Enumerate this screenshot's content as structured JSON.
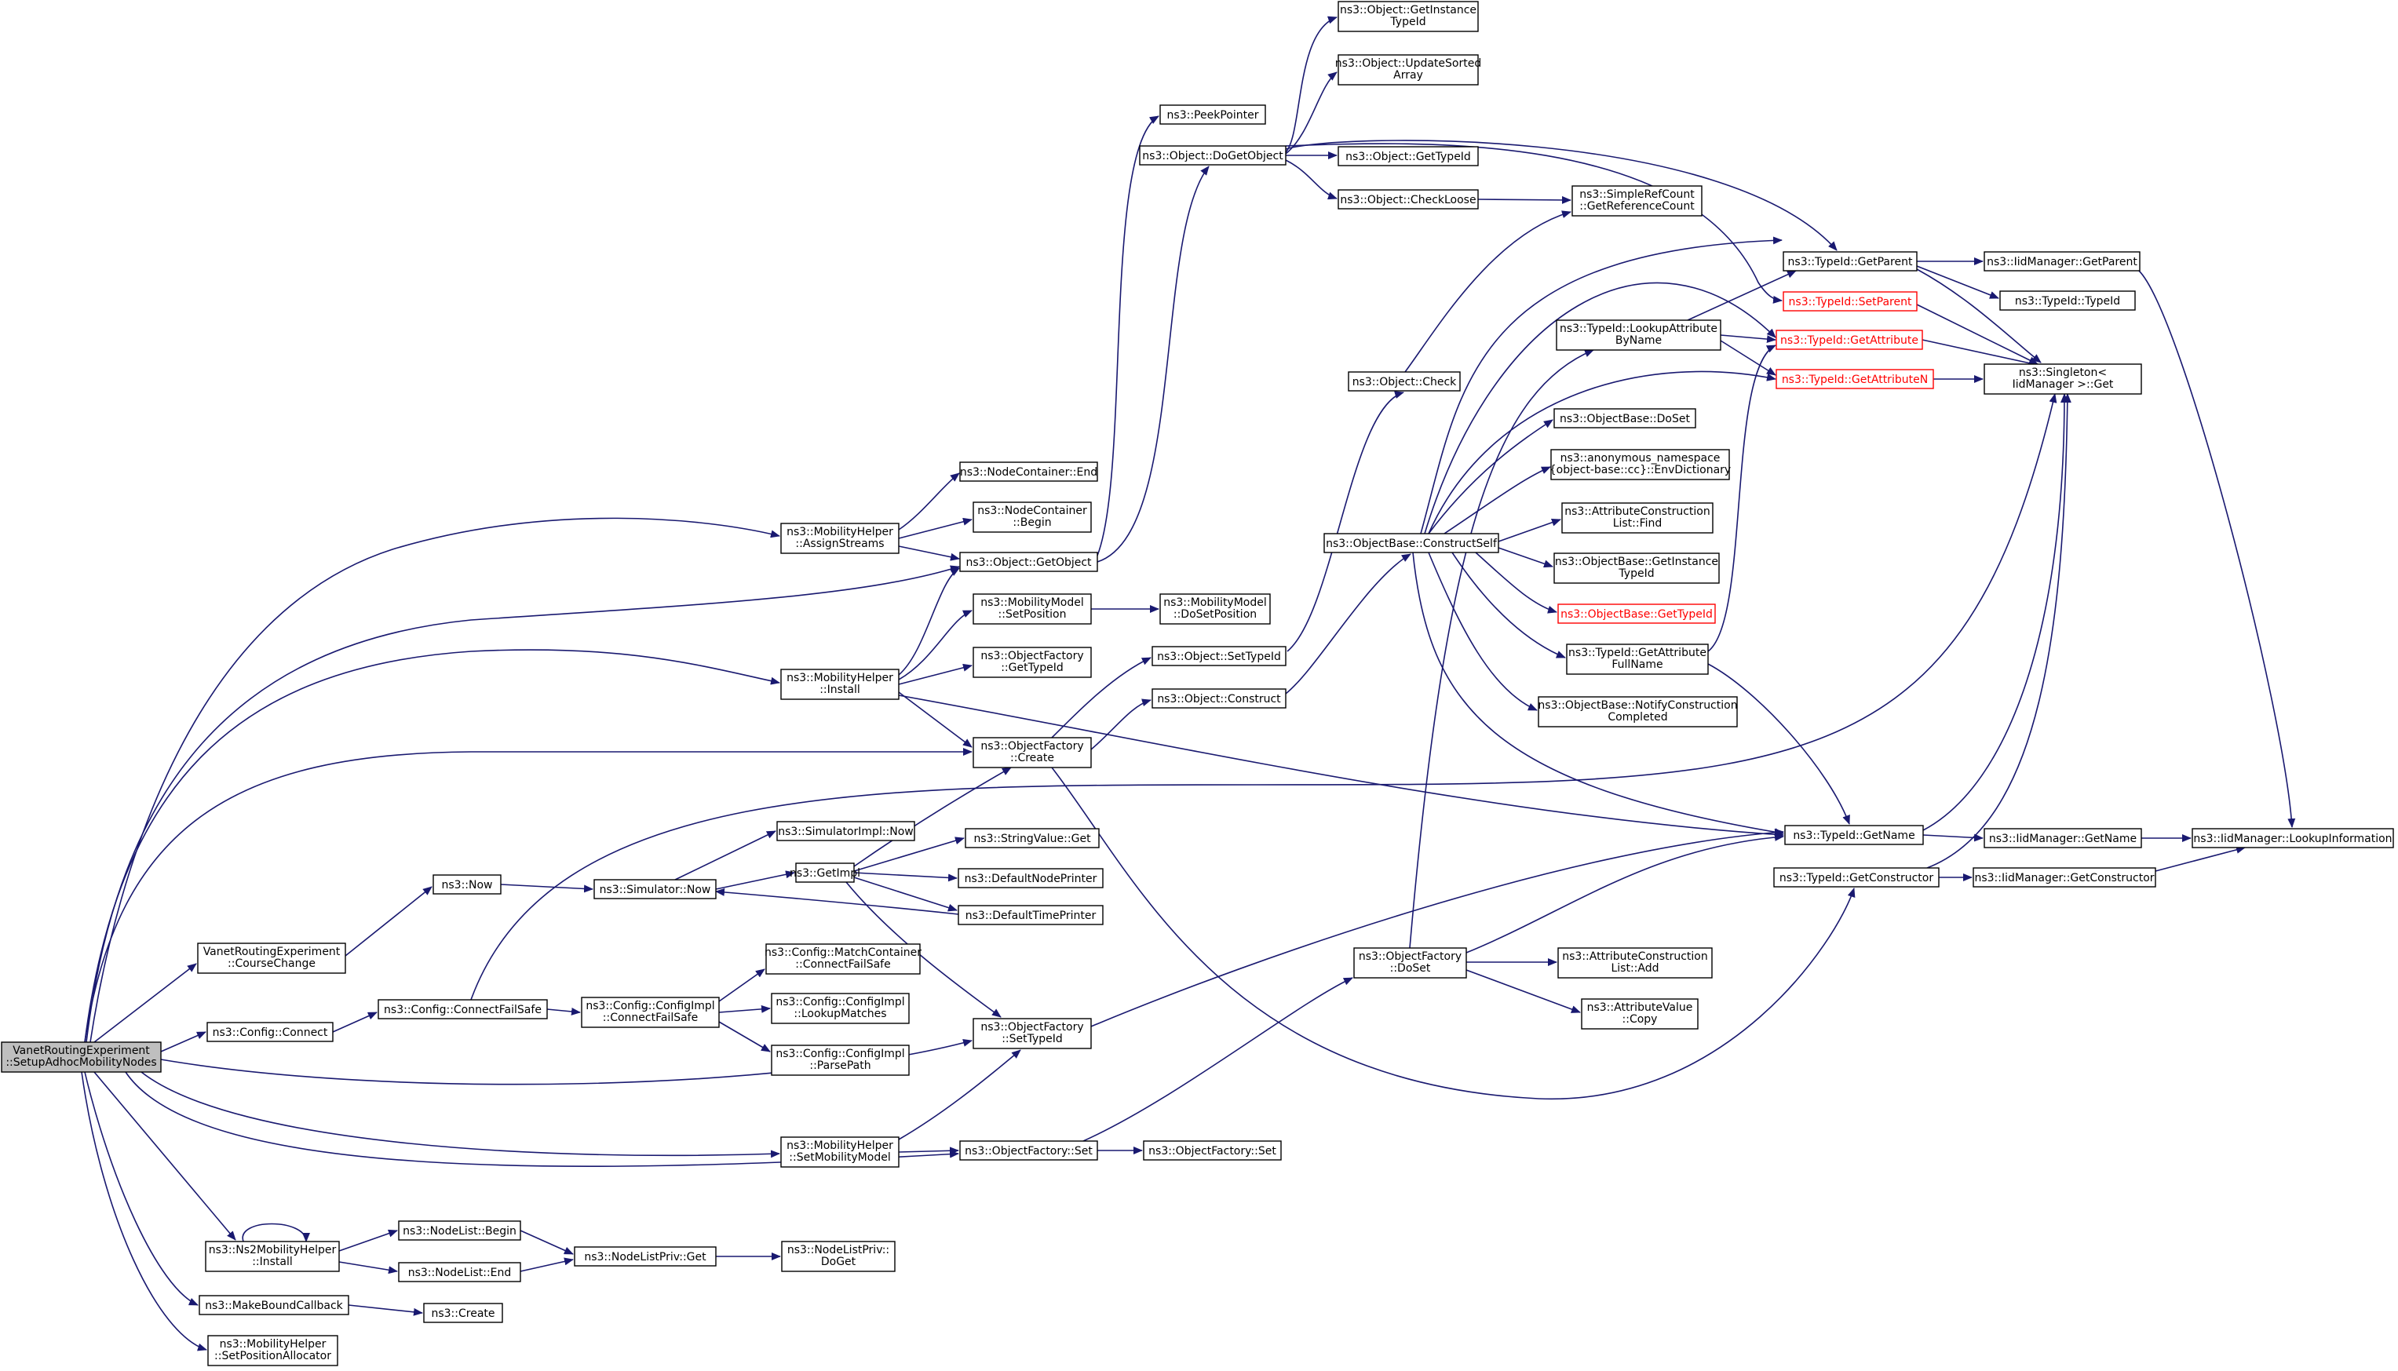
{
  "colors": {
    "edge": "#191970",
    "truncated": "#ff0000",
    "root_fill": "#bfbfbf"
  },
  "nodes": {
    "root": "VanetRoutingExperiment ::SetupAdhocMobilityNodes",
    "mh_assign": "ns3::MobilityHelper ::AssignStreams",
    "obj_getobject": "ns3::Object::GetObject",
    "mh_install": "ns3::MobilityHelper ::Install",
    "of_create": "ns3::ObjectFactory ::Create",
    "vre_coursechange": "VanetRoutingExperiment ::CourseChange",
    "config_connect": "ns3::Config::Connect",
    "of_settypeid": "ns3::ObjectFactory ::SetTypeId",
    "mh_setmm": "ns3::MobilityHelper ::SetMobilityModel",
    "of_set": "ns3::ObjectFactory::Set",
    "ns2_install": "ns3::Ns2MobilityHelper ::Install",
    "makebound": "ns3::MakeBoundCallback",
    "mh_setpos": "ns3::MobilityHelper ::SetPositionAllocator",
    "nc_end": "ns3::NodeContainer::End",
    "nc_begin": "ns3::NodeContainer ::Begin",
    "peekpointer": "ns3::PeekPointer",
    "obj_dogetobject": "ns3::Object::DoGetObject",
    "mm_setpos": "ns3::MobilityModel ::SetPosition",
    "mm_dosetpos": "ns3::MobilityModel ::DoSetPosition",
    "of_gettypeid": "ns3::ObjectFactory ::GetTypeId",
    "obj_settypeid": "ns3::Object::SetTypeId",
    "obj_construct": "ns3::Object::Construct",
    "typeid_getname": "ns3::TypeId::GetName",
    "ns3_now": "ns3::Now",
    "sim_now": "ns3::Simulator::Now",
    "simimpl_now": "ns3::SimulatorImpl::Now",
    "getimpl": "ns3::GetImpl",
    "stringvalue_get": "ns3::StringValue::Get",
    "defnodeprinter": "ns3::DefaultNodePrinter",
    "deftimeprinter": "ns3::DefaultTimePrinter",
    "cfg_connectfailsafe": "ns3::Config::ConnectFailSafe",
    "cfgimpl_connectfailsafe": "ns3::Config::ConfigImpl ::ConnectFailSafe",
    "cfg_matchcontainer": "ns3::Config::MatchContainer ::ConnectFailSafe",
    "cfgimpl_lookup": "ns3::Config::ConfigImpl ::LookupMatches",
    "cfgimpl_parse": "ns3::Config::ConfigImpl ::ParsePath",
    "of_set2": "ns3::ObjectFactory::Set",
    "of_doset": "ns3::ObjectFactory ::DoSet",
    "nl_begin": "ns3::NodeList::Begin",
    "nl_end": "ns3::NodeList::End",
    "nlp_get": "ns3::NodeListPriv::Get",
    "nlp_doget": "ns3::NodeListPriv:: DoGet",
    "ns3_create": "ns3::Create",
    "obj_getinstance": "ns3::Object::GetInstance TypeId",
    "obj_updatesorted": "ns3::Object::UpdateSorted Array",
    "obj_gettypeid": "ns3::Object::GetTypeId",
    "obj_checkloose": "ns3::Object::CheckLoose",
    "src_getrefcount": "ns3::SimpleRefCount ::GetReferenceCount",
    "typeid_getparent": "ns3::TypeId::GetParent",
    "typeid_setparent": "ns3::TypeId::SetParent",
    "typeid_lookupattr": "ns3::TypeId::LookupAttribute ByName",
    "typeid_getattr": "ns3::TypeId::GetAttribute",
    "typeid_getattrn": "ns3::TypeId::GetAttributeN",
    "obj_check": "ns3::Object::Check",
    "ob_doset": "ns3::ObjectBase::DoSet",
    "anon_envdict": "ns3::anonymous_namespace {object-base::cc}::EnvDictionary",
    "acl_find": "ns3::AttributeConstruction List::Find",
    "ob_constructself": "ns3::ObjectBase::ConstructSelf",
    "ob_getinstance": "ns3::ObjectBase::GetInstance TypeId",
    "ob_gettypeid": "ns3::ObjectBase::GetTypeId",
    "typeid_getattrfull": "ns3::TypeId::GetAttribute FullName",
    "ob_notify": "ns3::ObjectBase::NotifyConstruction Completed",
    "typeid_getconstructor": "ns3::TypeId::GetConstructor",
    "acl_add": "ns3::AttributeConstruction List::Add",
    "av_copy": "ns3::AttributeValue ::Copy",
    "iid_getparent": "ns3::IidManager::GetParent",
    "typeid_typeid": "ns3::TypeId::TypeId",
    "singleton_get": "ns3::Singleton< IidManager >::Get",
    "iid_getname": "ns3::IidManager::GetName",
    "iid_getconstructor": "ns3::IidManager::GetConstructor",
    "iid_lookup": "ns3::IidManager::LookupInformation"
  }
}
